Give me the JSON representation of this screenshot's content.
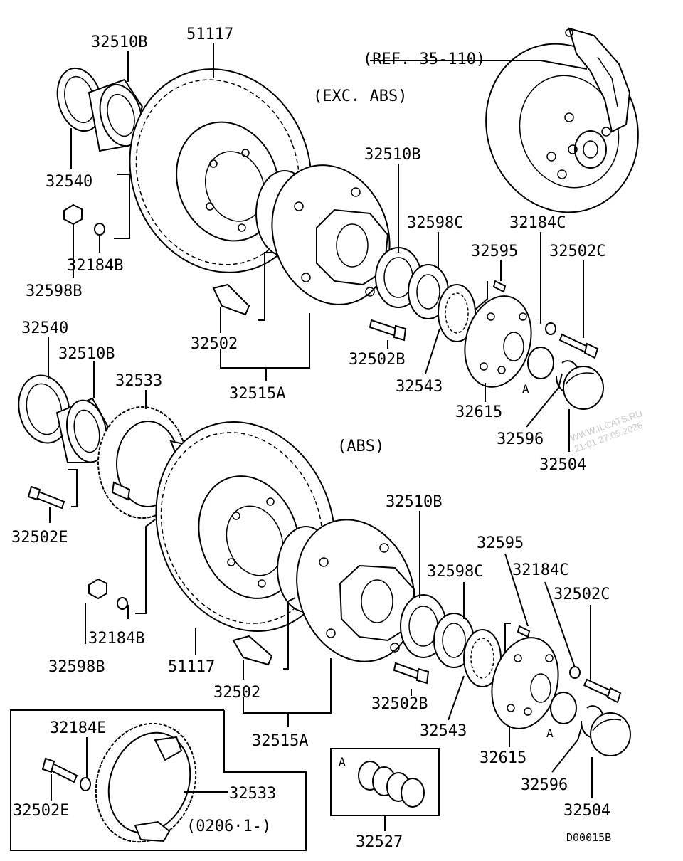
{
  "labels": {
    "l01": "32510B",
    "l02": "51117",
    "l03": "(REF. 35-110)",
    "l04": "(EXC. ABS)",
    "l05": "32540",
    "l06": "32510B",
    "l07": "32598C",
    "l08": "32184C",
    "l09": "32598B",
    "l10": "32184B",
    "l11": "32595",
    "l12": "32502C",
    "l13": "32502",
    "l14": "32502B",
    "l15": "32543",
    "l16": "32540",
    "l17": "32510B",
    "l18": "32533",
    "l19": "32515A",
    "l20": "32615",
    "l21": "A",
    "l22": "32596",
    "l23": "32504",
    "l24": "(ABS)",
    "l25": "32502E",
    "l26": "32510B",
    "l27": "32595",
    "l28": "32598C",
    "l29": "32184C",
    "l30": "32502C",
    "l31": "32184B",
    "l32": "32598B",
    "l33": "51117",
    "l34": "32502",
    "l35": "32502B",
    "l36": "32543",
    "l37": "32515A",
    "l38": "32184E",
    "l39": "32533",
    "l40": "32502E",
    "l41": "(0206·1-)",
    "l42": "32615",
    "l43": "A",
    "l44": "32596",
    "l45": "32504",
    "l46": "A",
    "l47": "32527"
  },
  "diagram_code": "D00015B",
  "watermark": {
    "line1": "WWW.ILCATS.RU",
    "line2": "21:01 27.05.2026"
  }
}
